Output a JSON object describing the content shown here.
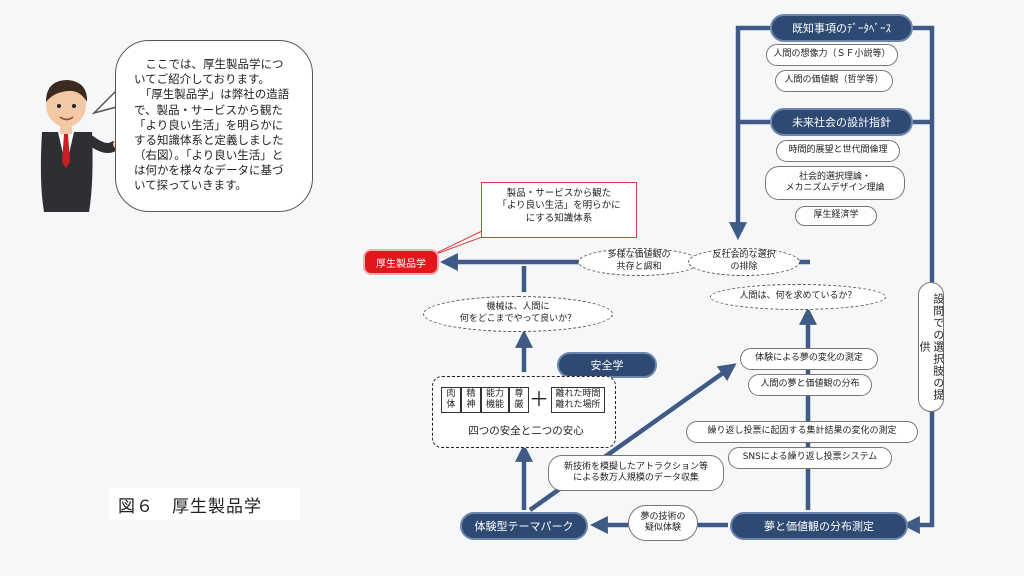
{
  "speech_bubble": {
    "text": "　ここでは、厚生製品学についてご紹介しております。\n　「厚生製品学」は弊社の造語で、製品・サービスから観た「より良い生活」を明らかにする知識体系と定義しました（右図）。「より良い生活」とは何かを様々なデータに基づいて探っていきます。"
  },
  "figure_title": "図６　厚生製品学",
  "callout": "製品・サービスから観た\n「より良い生活」を明らかに\nにする知識体系",
  "nodes": {
    "kosei": "厚生製品学",
    "known_db": "既知事項のﾃﾞｰﾀﾍﾞｰｽ",
    "imagination": "人間の想像力（ＳＦ小説等）",
    "values": "人間の価値観（哲学等）",
    "future_design": "未来社会の設計指針",
    "time_ethics": "時間的展望と世代間倫理",
    "social_choice": "社会的選択理論・\nメカニズムデザイン理論",
    "welfare_econ": "厚生経済学",
    "coexist": "多様な価値観の\n共存と調和",
    "antisocial": "反社会的な選択\nの排除",
    "what_seek": "人間は、何を求めているか？",
    "machine": "機械は、人間に\n何をどこまでやって良いか？",
    "safety_science": "安全学",
    "four_safety": "四つの安全と二つの安心",
    "cells": [
      "肉\n体",
      "精\n神",
      "能力\n機能",
      "尊\n厳"
    ],
    "plus": "＋",
    "released": "離れた時間\n離れた場所",
    "dream_change": "体験による夢の変化の測定",
    "dream_dist": "人間の夢と価値観の分布",
    "repeat_result": "繰り返し投票に起因する集計結果の変化の測定",
    "sns_vote": "SNSによる繰り返し投票システム",
    "new_tech": "新技術を模擬したアトラクション等\nによる数万人規模のデータ収集",
    "dream_tech": "夢の技術の\n疑似体験",
    "theme_park": "体験型テーマパーク",
    "dream_measure": "夢と価値観の分布測定",
    "vertical_label": "設問での選択肢の提供"
  },
  "colors": {
    "navy": "#2e4a73",
    "arrow": "#3f5a85",
    "red": "#e4161b",
    "background": "#f5f7f9"
  }
}
